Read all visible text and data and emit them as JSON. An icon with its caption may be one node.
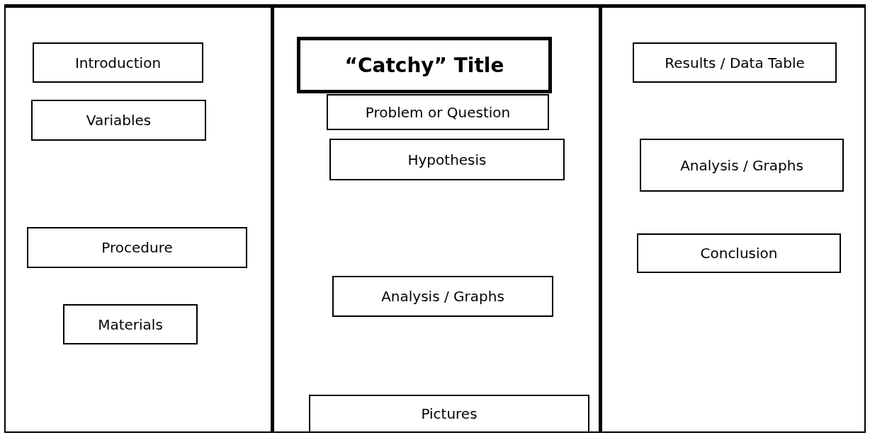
{
  "diagram": {
    "nodes": [
      {
        "text": [],
        "shape": "box"
      },
      {
        "text": [
          "Introduction"
        ],
        "in": 0
      },
      {
        "text": [
          "Variables"
        ],
        "in": 0
      },
      {
        "text": [
          "Procedure"
        ],
        "in": 0
      },
      {
        "text": [
          "Materials"
        ],
        "in": 0
      },
      {
        "text": [],
        "shape": "box"
      },
      {
        "text": [
          "“Catchy” Title"
        ],
        "in": 5
      },
      {
        "text": [
          "Problem or Question"
        ],
        "in": 5
      },
      {
        "text": [
          "Hypothesis"
        ],
        "in": 5
      },
      {
        "text": [
          "Analysis / Graphs"
        ],
        "in": 5
      },
      {
        "text": [
          "Pictures"
        ],
        "in": 5
      },
      {
        "text": [],
        "shape": "box"
      },
      {
        "text": [
          "Results / Data Table"
        ],
        "in": 11
      },
      {
        "text": [
          "Analysis / Graphs"
        ],
        "in": 11
      },
      {
        "text": [
          "Conclusion"
        ],
        "in": 11
      }
    ],
    "edges": []
  }
}
